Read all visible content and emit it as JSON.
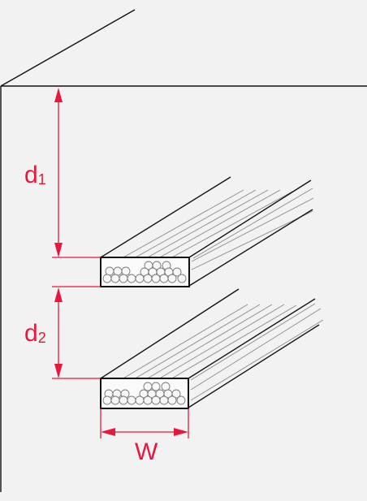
{
  "labels": {
    "d1": {
      "main": "d",
      "sub": "1"
    },
    "d2": {
      "main": "d",
      "sub": "2"
    },
    "w": "W"
  },
  "colors": {
    "background": "#f2f2f2",
    "dimension": "#e8173f",
    "outline": "#111111",
    "wire": "#8a8a8a"
  }
}
